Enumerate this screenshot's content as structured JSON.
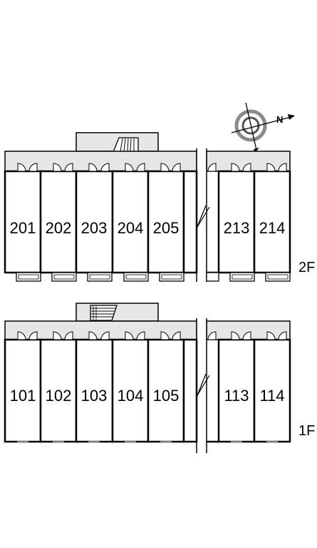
{
  "compass": {
    "letter": "N"
  },
  "floors": [
    {
      "label": "2F",
      "units": [
        "201",
        "202",
        "203",
        "204",
        "205",
        "213",
        "214"
      ]
    },
    {
      "label": "1F",
      "units": [
        "101",
        "102",
        "103",
        "104",
        "105",
        "113",
        "114"
      ]
    }
  ]
}
